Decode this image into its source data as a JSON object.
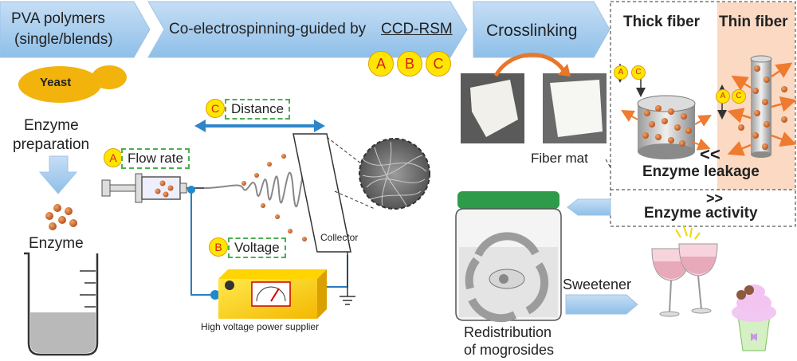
{
  "flow": {
    "step1": "PVA polymers",
    "step1b": "(single/blends)",
    "step2": "Co-electrospinning-guided by",
    "step2_method": "CCD-RSM",
    "step3": "Crosslinking"
  },
  "factors": {
    "a": "A",
    "b": "B",
    "c": "C"
  },
  "left": {
    "yeast": "Yeast",
    "prep1": "Enzyme",
    "prep2": "preparation",
    "enzyme": "Enzyme"
  },
  "params": {
    "flow_rate": "Flow rate",
    "distance": "Distance",
    "voltage": "Voltage",
    "collector": "Collector",
    "power": "High voltage power supplier"
  },
  "fiber": {
    "mat": "Fiber mat",
    "thick": "Thick fiber",
    "thin": "Thin fiber",
    "lt": "<<",
    "leakage": "Enzyme leakage",
    "gt": ">>",
    "activity": "Enzyme activity"
  },
  "bottom": {
    "redis1": "Redistribution",
    "redis2": "of mogrosides",
    "sweetener": "Sweetener"
  },
  "colors": {
    "arrow": "#a8cdef",
    "factor": "#ffe600",
    "factor_text": "#d81e1e",
    "panel": "#fbd9c2"
  }
}
